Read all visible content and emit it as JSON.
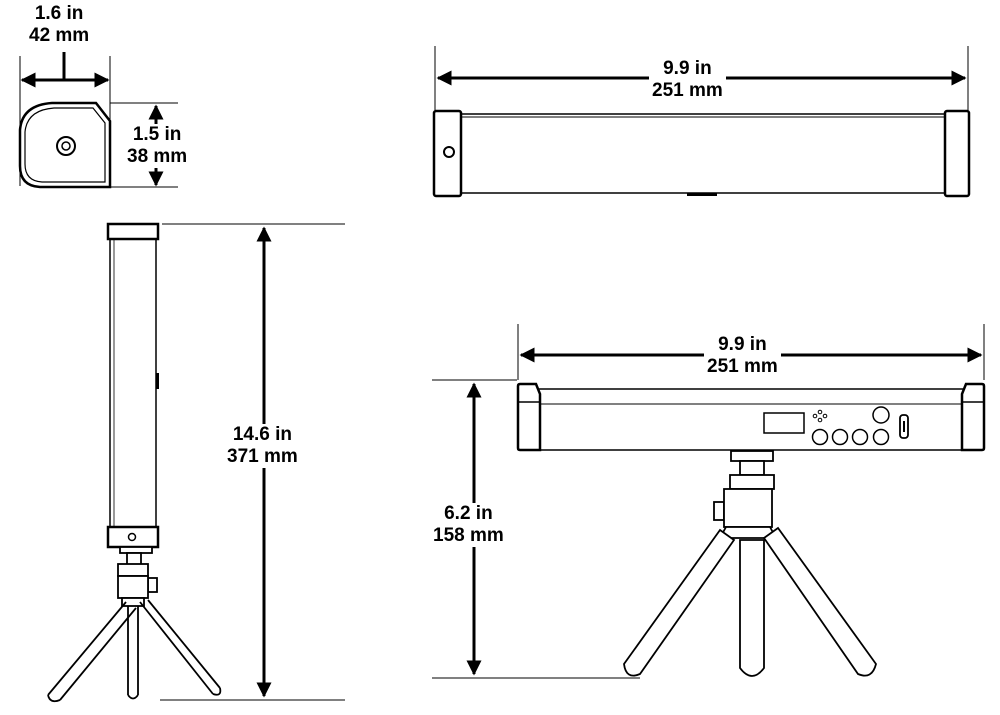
{
  "dimensions": {
    "end_width": {
      "imperial": "1.6 in",
      "metric": "42 mm"
    },
    "end_height": {
      "imperial": "1.5 in",
      "metric": "38 mm"
    },
    "top_length": {
      "imperial": "9.9 in",
      "metric": "251 mm"
    },
    "side_height": {
      "imperial": "14.6 in",
      "metric": "371 mm"
    },
    "front_length": {
      "imperial": "9.9 in",
      "metric": "251 mm"
    },
    "front_height": {
      "imperial": "6.2 in",
      "metric": "158 mm"
    }
  },
  "colors": {
    "line": "#000000",
    "body": "#ffffff",
    "background": "#ffffff"
  }
}
